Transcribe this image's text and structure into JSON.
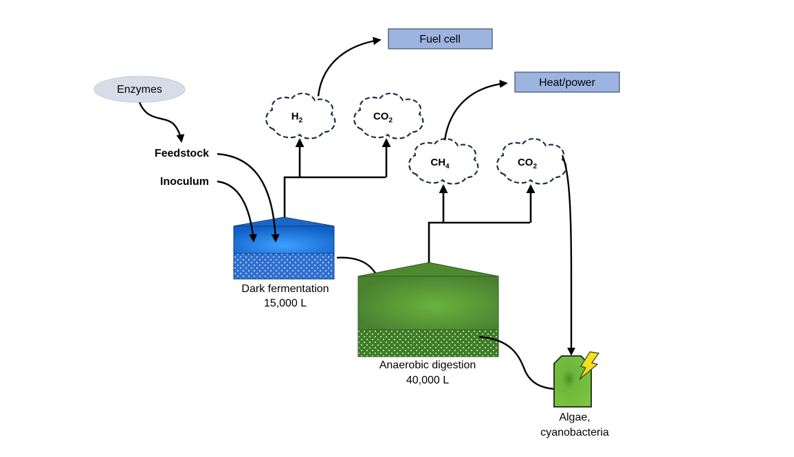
{
  "inputs": {
    "enzymes": "Enzymes",
    "feedstock": "Feedstock",
    "inoculum": "Inoculum"
  },
  "gases": {
    "h2": {
      "base": "H",
      "sub": "2"
    },
    "co2_dark": {
      "base": "CO",
      "sub": "2"
    },
    "ch4": {
      "base": "CH",
      "sub": "4"
    },
    "co2_ad": {
      "base": "CO",
      "sub": "2"
    }
  },
  "outputs": {
    "fuel_cell": "Fuel cell",
    "heat_power": "Heat/power"
  },
  "reactors": {
    "dark_fermentation": {
      "name": "Dark fermentation",
      "volume": "15,000 L"
    },
    "anaerobic_digestion": {
      "name": "Anaerobic digestion",
      "volume": "40,000 L"
    },
    "algae": {
      "name_line1": "Algae,",
      "name_line2": "cyanobacteria"
    }
  },
  "colors": {
    "dark_tank": "#1f74d6",
    "ad_tank": "#4f8a32",
    "algae": "#6fb83a",
    "output_box": "#9db3e0",
    "enzyme_ellipse": "#d6dde8",
    "lightning": "#f2e21a"
  },
  "icons": {
    "lightning": "lightning-icon"
  }
}
